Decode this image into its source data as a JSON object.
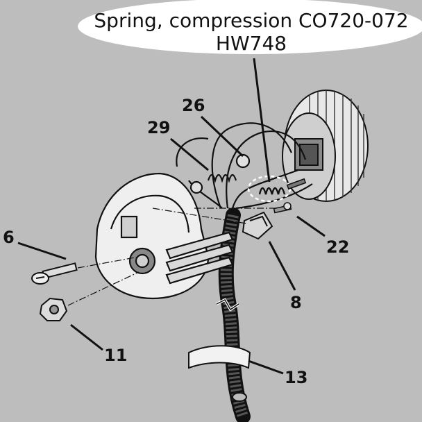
{
  "callout": {
    "line1": "Spring, compression CO720-072",
    "line2": "HW748"
  },
  "part_numbers": {
    "p6": "6",
    "p8": "8",
    "p11": "11",
    "p13": "13",
    "p22": "22",
    "p26": "26",
    "p29": "29"
  },
  "colors": {
    "background": "#bdbdbd",
    "callout_fill": "#ffffff",
    "line": "#111111",
    "highlight_dash": "#ffffff"
  }
}
